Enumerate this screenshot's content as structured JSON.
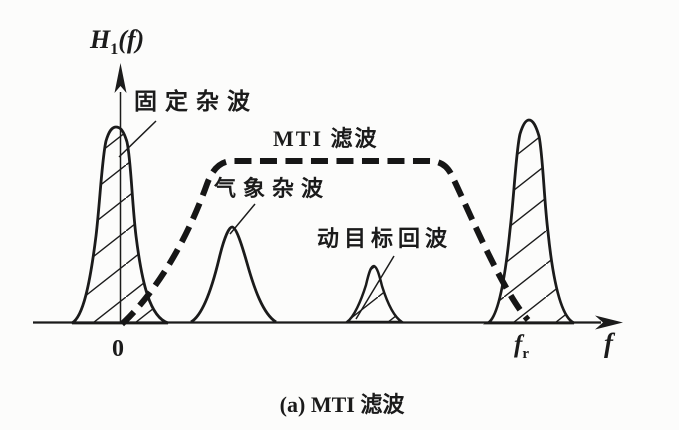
{
  "figure": {
    "colors": {
      "ink": "#1b1b1b",
      "background": "#fcfcfb"
    },
    "y_axis": {
      "main": "H",
      "sub": "1",
      "rest": "(f)"
    },
    "x_axis": {
      "origin": "0",
      "fr_main": "f",
      "fr_sub": "r",
      "label": "f"
    },
    "labels": {
      "fixed_clutter": "固定杂波",
      "mti_filter": "MTI 滤波",
      "weather_clutter": "气象杂波",
      "moving_target_echo": "动目标回波"
    },
    "caption": "(a) MTI 滤波",
    "curves": {
      "fixed_clutter_peak": "hatched-peak-at-0",
      "weather_clutter_peak": "plain-peak",
      "moving_target_peak": "small-hatched-peak",
      "repeated_clutter_peak": "hatched-peak-at-fr",
      "mti_filter_response": "thick-dashed-bandpass-curve"
    }
  }
}
